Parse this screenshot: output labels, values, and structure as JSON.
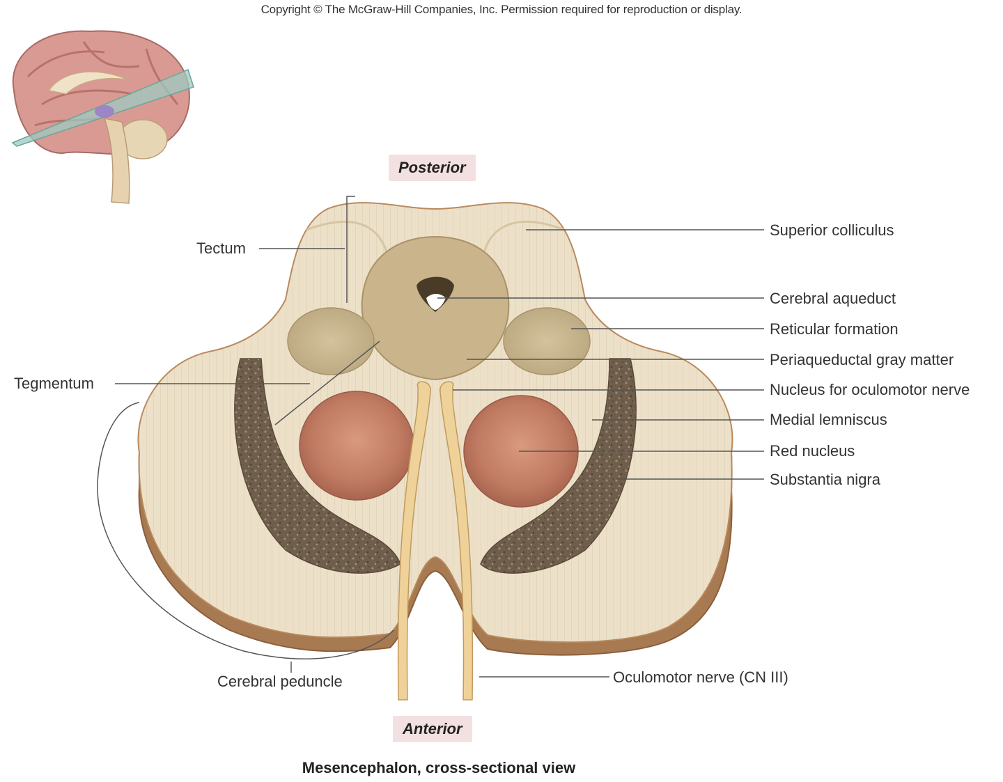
{
  "copyright": "Copyright © The McGraw-Hill Companies, Inc. Permission required for reproduction or display.",
  "orientation": {
    "top": "Posterior",
    "bottom": "Anterior"
  },
  "labels": {
    "tectum": "Tectum",
    "tegmentum": "Tegmentum",
    "cerebral_peduncle": "Cerebral peduncle",
    "superior_colliculus": "Superior colliculus",
    "cerebral_aqueduct": "Cerebral aqueduct",
    "reticular_formation": "Reticular formation",
    "periaqueductal_gray": "Periaqueductal gray matter",
    "oculomotor_nucleus": "Nucleus for oculomotor nerve",
    "medial_lemniscus": "Medial lemniscus",
    "red_nucleus": "Red nucleus",
    "substantia_nigra": "Substantia nigra",
    "oculomotor_nerve": "Oculomotor nerve (CN III)"
  },
  "caption": "Mesencephalon, cross-sectional view",
  "colors": {
    "tissue": "#ece0c8",
    "tissue_edge": "#b98a5e",
    "side_band": "#a87a52",
    "gray_matter": "#c9b48c",
    "reticular": "#c8b690",
    "red_nucleus": "#c07a62",
    "substantia_nigra": "#6f5e4c",
    "nerve": "#efd29a",
    "brain_pink": "#d99a94",
    "plane": "#9cc9c0",
    "leader": "#555555"
  }
}
